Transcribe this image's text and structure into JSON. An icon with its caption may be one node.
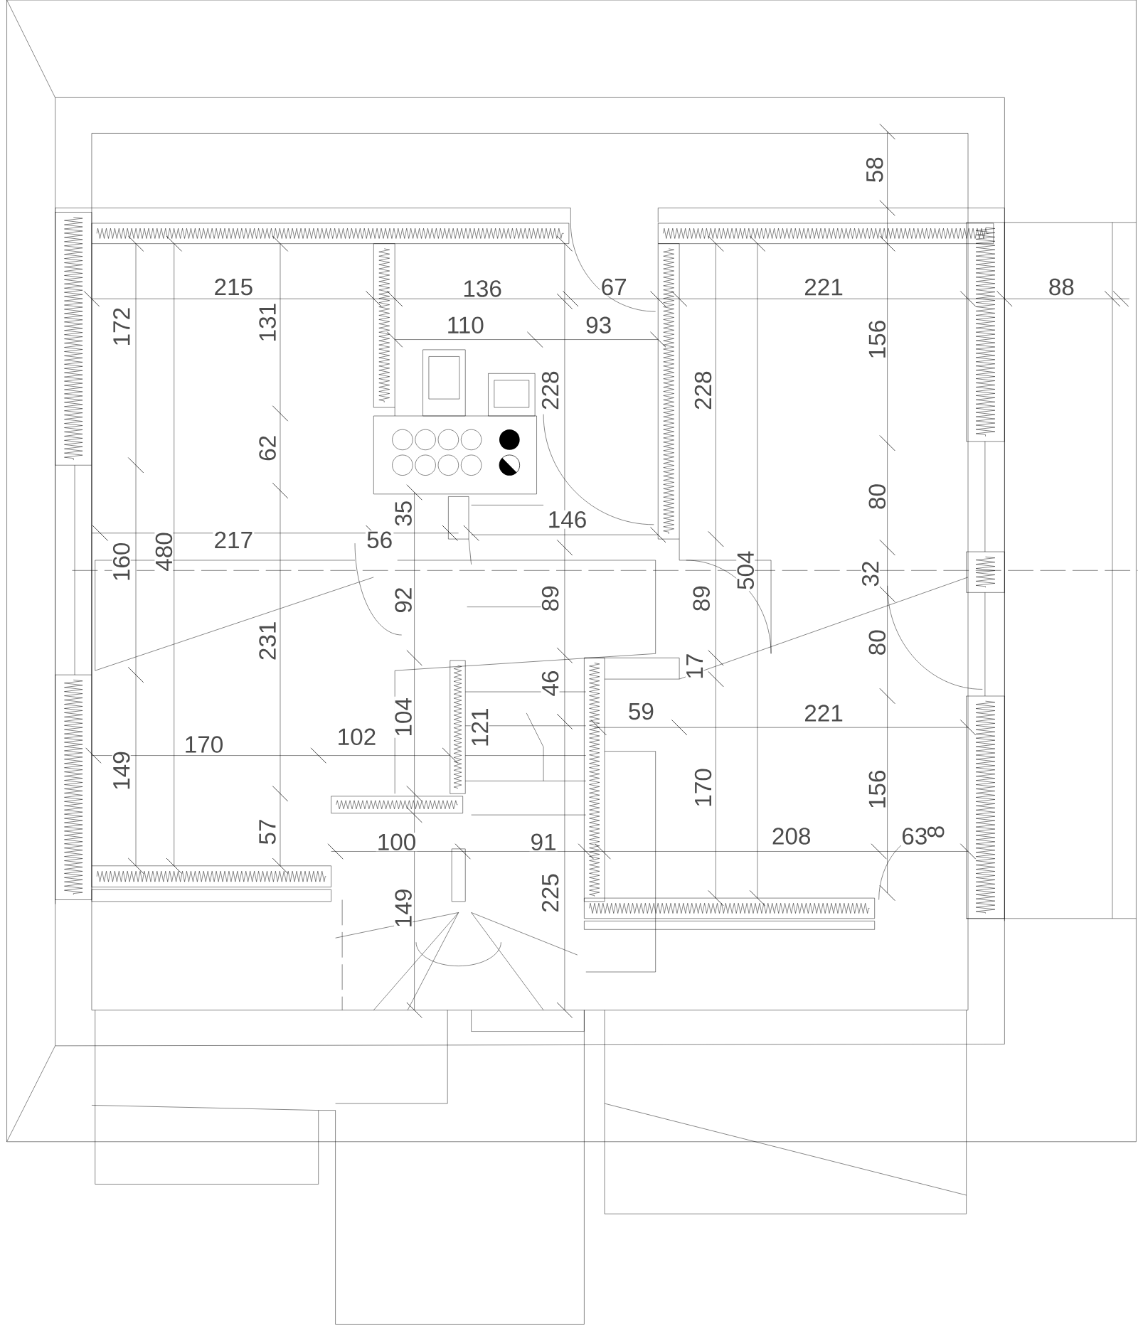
{
  "diagram": {
    "labels": [
      "58",
      "215",
      "136",
      "67",
      "221",
      "88",
      "172",
      "131",
      "110",
      "93",
      "156",
      "228",
      "228",
      "62",
      "35",
      "80",
      "146",
      "217",
      "56",
      "160",
      "480",
      "504",
      "32",
      "92",
      "89",
      "89",
      "231",
      "80",
      "17",
      "46",
      "59",
      "221",
      "104",
      "121",
      "102",
      "170",
      "149",
      "170",
      "156",
      "57",
      "208",
      "63",
      "8",
      "100",
      "91",
      "225",
      "149"
    ]
  }
}
